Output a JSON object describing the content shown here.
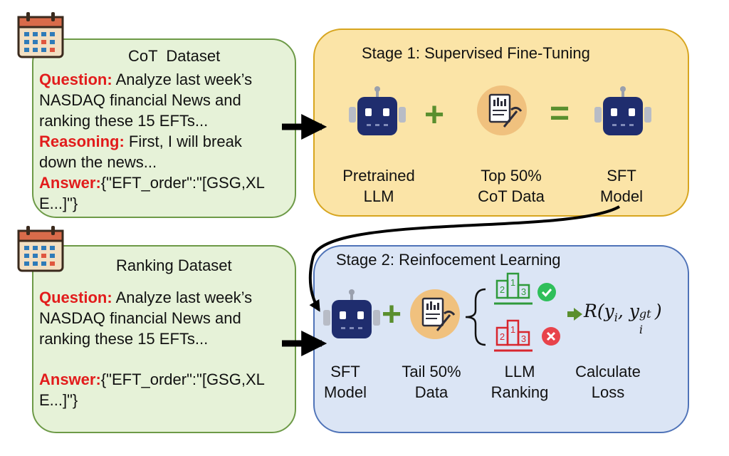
{
  "cot_dataset": {
    "title": "CoT  Dataset",
    "question_label": "Question:",
    "question_text_1": " Analyze last week’s",
    "question_text_2": "NASDAQ financial News and",
    "question_text_3": "ranking these 15 EFTs...",
    "reasoning_label": "Reasoning:",
    "reasoning_text_1": " First, I will break",
    "reasoning_text_2": "down the news...",
    "answer_label": "Answer:",
    "answer_text_1": "{\"EFT_order\":\"[GSG,XL",
    "answer_text_2": "E...]\"}"
  },
  "ranking_dataset": {
    "title": "Ranking Dataset",
    "question_label": "Question:",
    "question_text_1": " Analyze last week’s",
    "question_text_2": "NASDAQ financial News and",
    "question_text_3": "ranking these 15 EFTs...",
    "answer_label": "Answer:",
    "answer_text_1": "{\"EFT_order\":\"[GSG,XL",
    "answer_text_2": "E...]\"}"
  },
  "stage1": {
    "title": "Stage 1: Supervised Fine-Tuning",
    "plus": "+",
    "equals": "=",
    "label_pretrained_1": "Pretrained",
    "label_pretrained_2": "LLM",
    "label_top_1": "Top 50%",
    "label_top_2": "CoT Data",
    "label_sft_1": "SFT",
    "label_sft_2": "Model"
  },
  "stage2": {
    "title": "Stage 2: Reinfocement Learning",
    "plus": "+",
    "label_sft_1": "SFT",
    "label_sft_2": "Model",
    "label_tail_1": "Tail 50%",
    "label_tail_2": "Data",
    "label_llm_1": "LLM",
    "label_llm_2": "Ranking",
    "label_calc_1": "Calculate",
    "label_calc_2": "Loss",
    "reward_formula": "R(y",
    "reward_sub_i": "i",
    "reward_comma": ", y",
    "reward_sup": "gt",
    "reward_sub_i2": "i",
    "reward_close": ")",
    "podium_1": "1",
    "podium_2": "2",
    "podium_3": "3"
  },
  "colors": {
    "red_label": "#e21c1c",
    "green_box": "#e6f2d8",
    "yellow_box": "#fbe4a7",
    "blue_box": "#dbe5f5",
    "robot": "#1f2d6e",
    "plus": "#5a8f2e",
    "check": "#2fbf5a",
    "cross": "#e8434b"
  }
}
